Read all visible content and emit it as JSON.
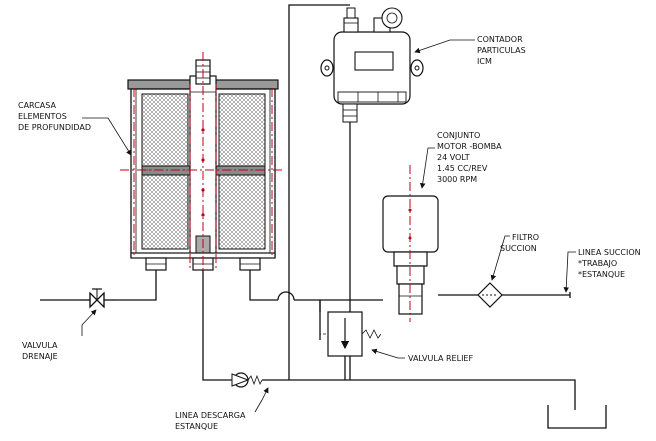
{
  "labels": {
    "carcasa": [
      "CARCASA",
      "ELEMENTOS",
      "DE PROFUNDIDAD"
    ],
    "contador": [
      "CONTADOR",
      "PARTICULAS",
      "ICM"
    ],
    "conjunto": [
      "CONJUNTO",
      "MOTOR -BOMBA",
      "24 VOLT",
      "1.45 CC/REV",
      "3000 RPM"
    ],
    "filtro": [
      "FILTRO",
      "SUCCION"
    ],
    "linea_succion": [
      "LINEA SUCCION",
      "*TRABAJO",
      "*ESTANQUE"
    ],
    "valvula_relief": "VALVULA RELIEF",
    "valvula_drenaje": [
      "VALVULA",
      "DRENAJE"
    ],
    "linea_descarga": [
      "LINEA DESCARGA",
      "ESTANQUE"
    ]
  },
  "colors": {
    "line": "#111111",
    "centerline": "#c0001a",
    "element_hatch": "#555555",
    "band_dark": "#8a8a8a"
  }
}
